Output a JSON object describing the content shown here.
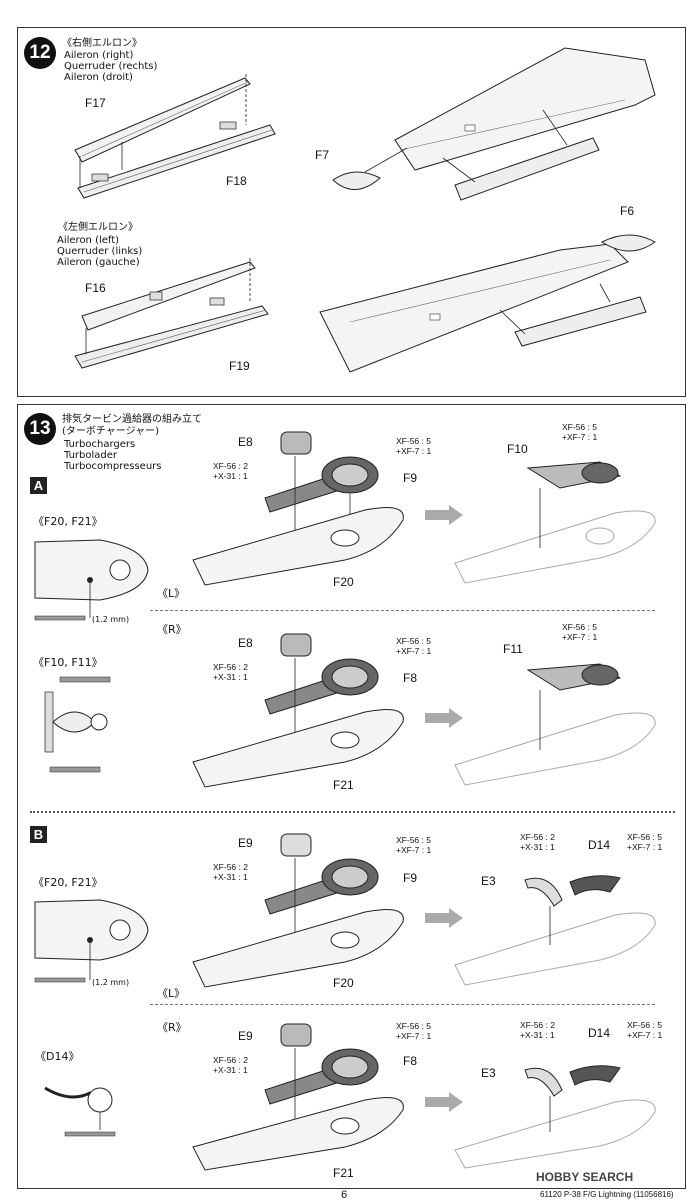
{
  "step12": {
    "number": "12",
    "aileron_right": [
      "《右側エルロン》",
      "Aileron (right)",
      "Querruder (rechts)",
      "Aileron (droit)"
    ],
    "aileron_left": [
      "《左側エルロン》",
      "Aileron (left)",
      "Querruder (links)",
      "Aileron (gauche)"
    ],
    "parts": {
      "f17": "F17",
      "f18": "F18",
      "f16": "F16",
      "f19": "F19",
      "f7": "F7",
      "f6": "F6"
    }
  },
  "step13": {
    "number": "13",
    "title": [
      "排気タービン過給器の組み立て",
      "(ターボチャージャー)",
      "Turbochargers",
      "Turbolader",
      "Turbocompresseurs"
    ],
    "variant_a": "A",
    "variant_b": "B",
    "sel_f20_f21": "《F20, F21》",
    "sel_f10_f11": "《F10, F11》",
    "sel_d14": "《D14》",
    "drill": "(1.2 mm)",
    "side_l": "《L》",
    "side_r": "《R》",
    "paint_xf56_xf7": "XF-56 : 5\n+XF-7 : 1",
    "paint_xf56_x31": "XF-56 : 2\n+X-31 : 1",
    "parts": {
      "e8": "E8",
      "e9": "E9",
      "f9": "F9",
      "f8": "F8",
      "f20": "F20",
      "f21": "F21",
      "f10": "F10",
      "f11": "F11",
      "e3": "E3",
      "d14": "D14"
    }
  },
  "footer": {
    "page": "6",
    "code": "61120  P-38 F/G Lightning (11056816)",
    "watermark": "HOBBY SEARCH"
  }
}
